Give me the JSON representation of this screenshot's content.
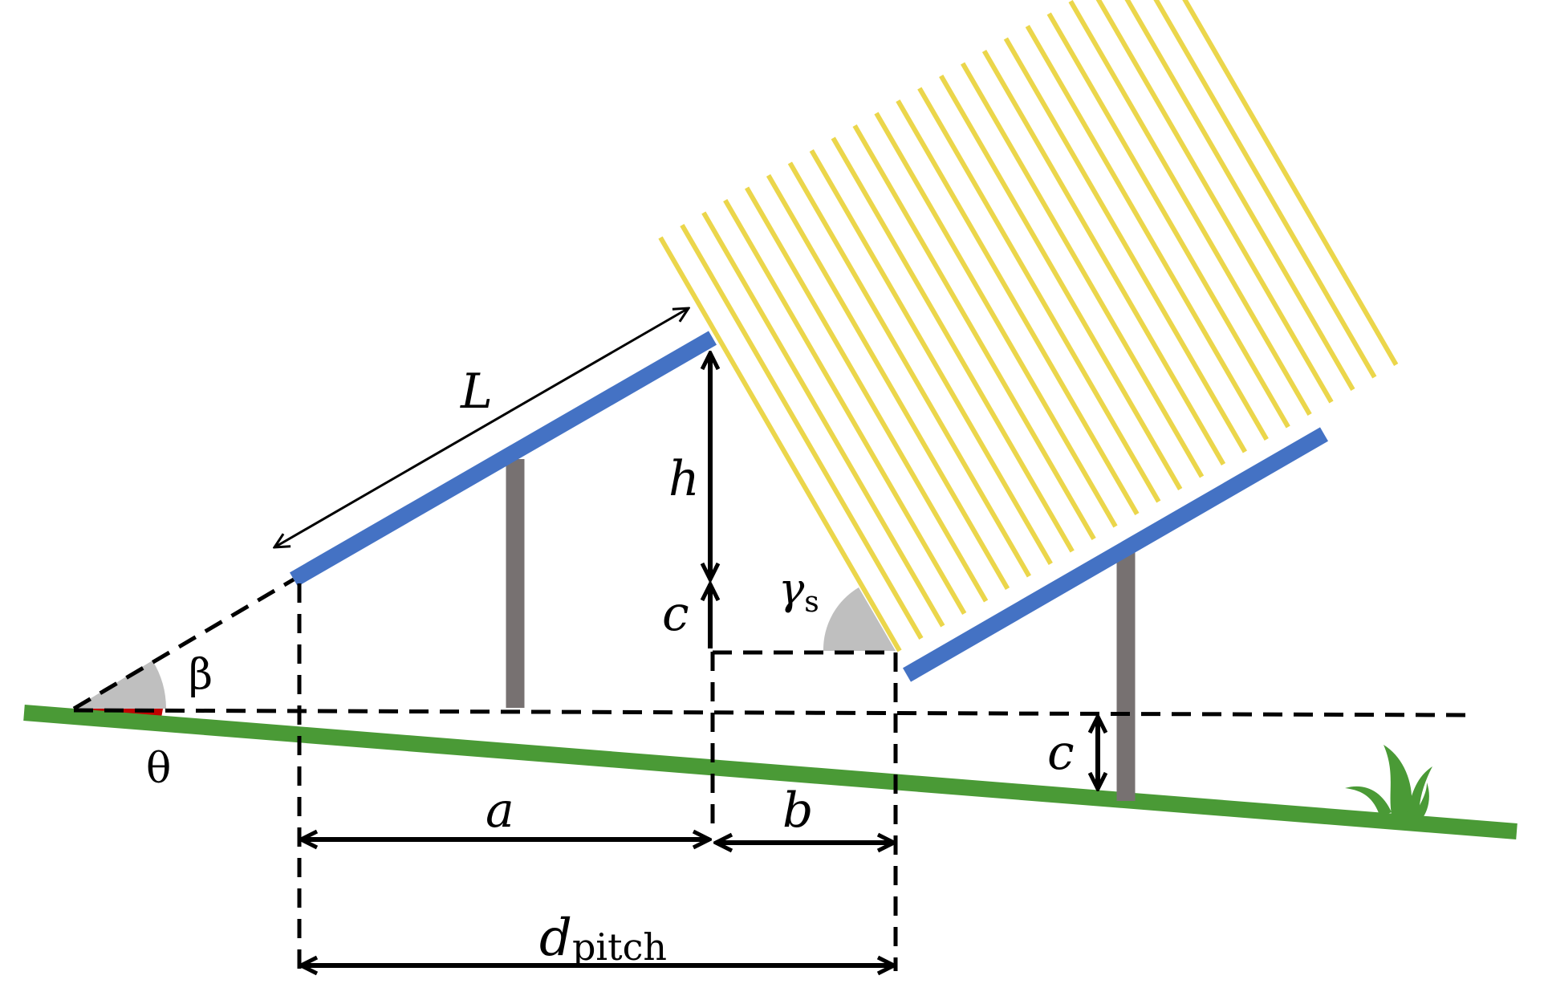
{
  "labels": {
    "L": "L",
    "h": "h",
    "c_top": "c",
    "c_right": "c",
    "a": "a",
    "b": "b",
    "d": "d",
    "d_sub": "pitch",
    "gamma": "γ",
    "gamma_sub": "s",
    "beta": "β",
    "theta": "θ"
  },
  "colors": {
    "panel": "#4472C4",
    "post": "#777171",
    "ground": "#4A9A36",
    "sun_rays": "#EBD64B",
    "angle_fill": "#BFBFBF",
    "theta_fill": "#C00000",
    "theta_text": "#C00000",
    "line": "#000000"
  },
  "icons": {
    "plant": "grass-tuft-icon"
  }
}
